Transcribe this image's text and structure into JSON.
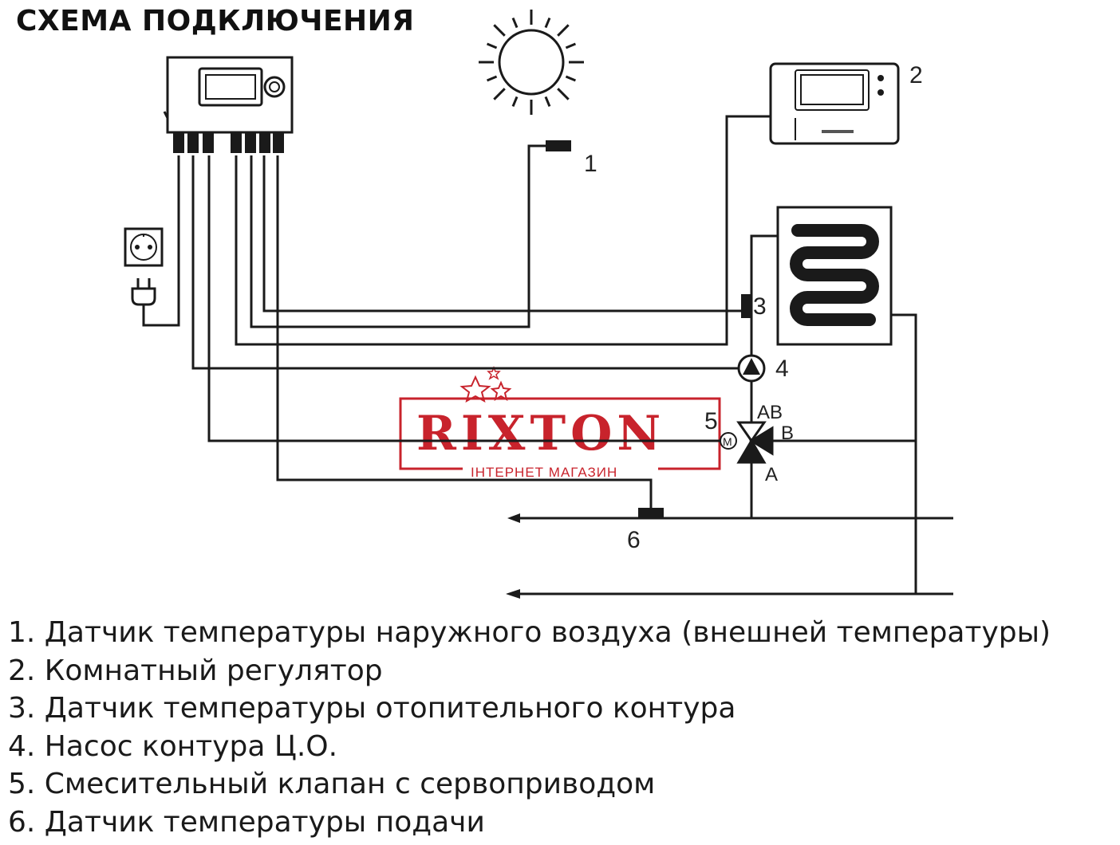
{
  "title": "СХЕМА ПОДКЛЮЧЕНИЯ",
  "labels": {
    "outdoor_sensor": "1",
    "room_regulator": "2",
    "heating_sensor": "3",
    "pump": "4",
    "mixing_valve": "5",
    "supply_sensor": "6",
    "port_ab": "AB",
    "port_b": "B",
    "port_a": "A",
    "motor": "M"
  },
  "watermark": {
    "brand": "RIXTON",
    "subtitle": "ІНТЕРНЕТ МАГАЗИН",
    "color": "#c8232c"
  },
  "legend": [
    "1. Датчик температуры наружного воздуха (внешней температуры)",
    "2. Комнатный регулятор",
    "3. Датчик температуры отопительного контура",
    "4. Насос контура Ц.О.",
    "5. Смесительный клапан с сервоприводом",
    "6. Датчик температуры подачи"
  ]
}
